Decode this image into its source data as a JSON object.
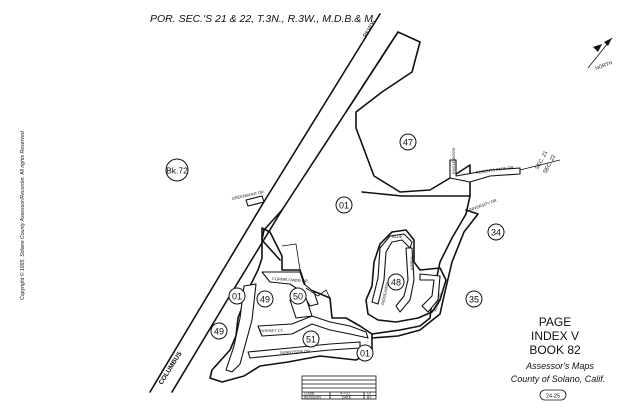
{
  "header": {
    "title": "POR. SEC.'S 21 & 22, T.3N., R.3W., M.D.B.& M."
  },
  "copyright": "Copyright © 1995, Solano County Assessor/Recorder. All rights Reserved",
  "parcels": {
    "p47": "47",
    "p01_main": "01",
    "bk72": "Bk.72",
    "p34": "34",
    "p35": "35",
    "p01_left": "01",
    "p49_left": "49",
    "p49_mid": "49",
    "p50": "50",
    "p48": "48",
    "p51": "51",
    "p01_bottom": "01"
  },
  "streets": {
    "pkwy": "PKWY.",
    "columbus": "COLUMBUS",
    "regents_park": "REGENTS PARK DR.",
    "greenmont": "GREENMONT DR.",
    "sec21_22_upper": "SEC. 21",
    "sec21_22_lower": "SEC. 22",
    "englewood": "ENGLEWOOD",
    "university": "UNIVERSITY DR.",
    "blue": "BLUE",
    "aspen": "ASPEN",
    "ridgeview": "RIDGEVIEW",
    "cornflower": "CORNFLOWER DR.",
    "windsor": "WINDSOR",
    "dorset": "DORSET CT.",
    "sunnyside": "SUNNYSIDE DR."
  },
  "index": {
    "line1": "PAGE",
    "line2": "INDEX V",
    "line3": "BOOK 82",
    "line4": "Assessor's Maps",
    "line5": "County of Solano, Calif."
  },
  "map_number": "24-25",
  "revision_table": {
    "row1_label": "Create",
    "row1_date": "4-7-21",
    "row1_by": "Gr",
    "row2_label": "REVISION",
    "row2_date": "DATE",
    "row2_by": "BY"
  },
  "north_arrow": {
    "label": "NORTH"
  }
}
